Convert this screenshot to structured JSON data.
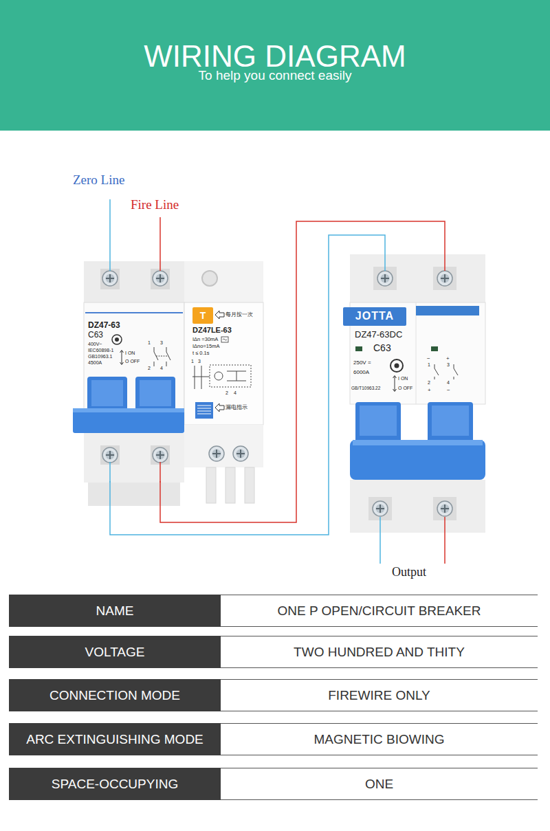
{
  "diagram": {
    "title": "WIRING DIAGRAM",
    "nodes": [
      {
        "text": [
          "DZ47-63",
          "C63",
          "400V~",
          "IEC60898-1",
          "GB10963.1",
          "4500A",
          "I ON",
          "O OFF",
          "1",
          "3",
          "2",
          "4"
        ]
      },
      {
        "text": [
          "每月按一次",
          "DZ47LE-63",
          "IΔn =30mA",
          "IΔno=15mA",
          "t ≤ 0.1s",
          "1",
          "3",
          "2",
          "4",
          "漏电指示"
        ]
      },
      {
        "text": [
          "T"
        ],
        "in": 1
      },
      {
        "text": [
          "DZ47-63DC",
          "C63",
          "250V =",
          "6000A",
          "I ON",
          "GB/T10963.22",
          "O OFF",
          "−",
          "+",
          "1",
          "3",
          "2",
          "4",
          "+",
          "−"
        ]
      },
      {
        "text": [
          "JOTTA"
        ],
        "in": 3
      }
    ],
    "edges": [
      {
        "from": 0,
        "to": 3,
        "arrow": "none"
      },
      {
        "from": 0,
        "to": 3,
        "arrow": "none"
      }
    ],
    "labels": [
      "To help you connect easily",
      "Zero Line",
      "Fire Line",
      "Output",
      "NAME",
      "ONE P OPEN/CIRCUIT BREAKER",
      "VOLTAGE",
      "TWO HUNDRED AND THITY",
      "CONNECTION MODE",
      "FIREWIRE ONLY",
      "ARC EXTINGUISHING MODE",
      "MAGNETIC BIOWING",
      "SPACE-OCCUPYING",
      "ONE"
    ]
  }
}
